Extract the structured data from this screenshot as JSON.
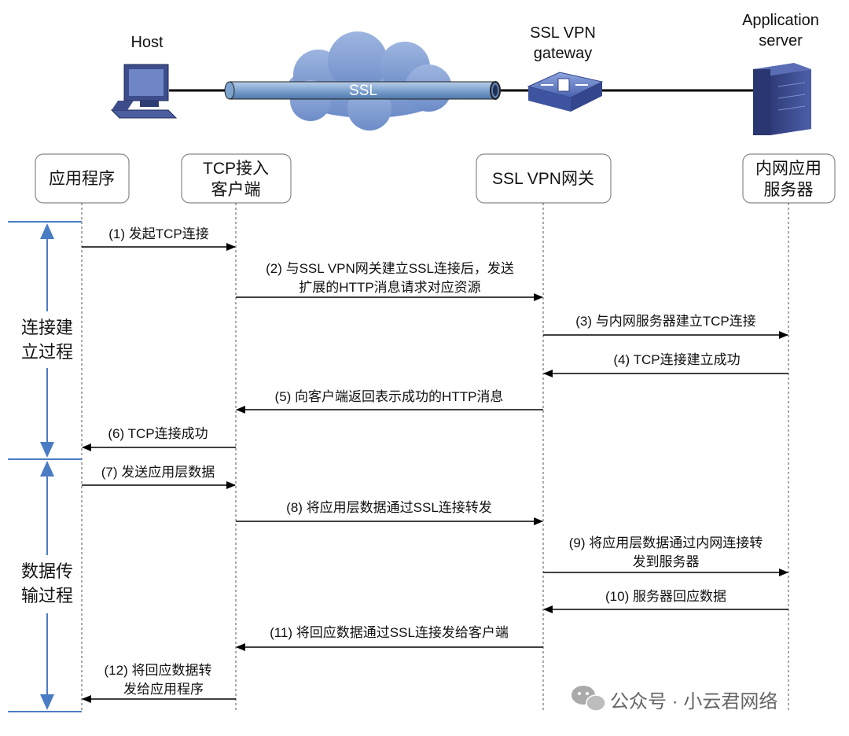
{
  "topology": {
    "host_label": "Host",
    "gateway_label_line1": "SSL VPN",
    "gateway_label_line2": "gateway",
    "server_label_line1": "Application",
    "server_label_line2": "server",
    "tunnel_label": "SSL"
  },
  "participants": [
    {
      "lines": [
        "应用程序"
      ]
    },
    {
      "lines": [
        "TCP接入",
        "客户端"
      ]
    },
    {
      "lines": [
        "SSL VPN网关"
      ]
    },
    {
      "lines": [
        "内网应用",
        "服务器"
      ]
    }
  ],
  "phases": [
    {
      "lines": [
        "连接建",
        "立过程"
      ]
    },
    {
      "lines": [
        "数据传",
        "输过程"
      ]
    }
  ],
  "messages": [
    {
      "lines": [
        "(1) 发起TCP连接"
      ]
    },
    {
      "lines": [
        "(2) 与SSL VPN网关建立SSL连接后，发送",
        "扩展的HTTP消息请求对应资源"
      ]
    },
    {
      "lines": [
        "(3) 与内网服务器建立TCP连接"
      ]
    },
    {
      "lines": [
        "(4) TCP连接建立成功"
      ]
    },
    {
      "lines": [
        "(5) 向客户端返回表示成功的HTTP消息"
      ]
    },
    {
      "lines": [
        "(6) TCP连接成功"
      ]
    },
    {
      "lines": [
        "(7) 发送应用层数据"
      ]
    },
    {
      "lines": [
        "(8) 将应用层数据通过SSL连接转发"
      ]
    },
    {
      "lines": [
        "(9) 将应用层数据通过内网连接转",
        "发到服务器"
      ]
    },
    {
      "lines": [
        "(10) 服务器回应数据"
      ]
    },
    {
      "lines": [
        "(11) 将回应数据通过SSL连接发给客户端"
      ]
    },
    {
      "lines": [
        "(12) 将回应数据转",
        "发给应用程序"
      ]
    }
  ],
  "watermark": "公众号 · 小云君网络",
  "colors": {
    "phase_blue": "#4a7cc4",
    "cloud": "#7f9fd4",
    "tunnel": "#7ea3cf",
    "device_dark": "#3d4d8c",
    "line": "#000000"
  }
}
